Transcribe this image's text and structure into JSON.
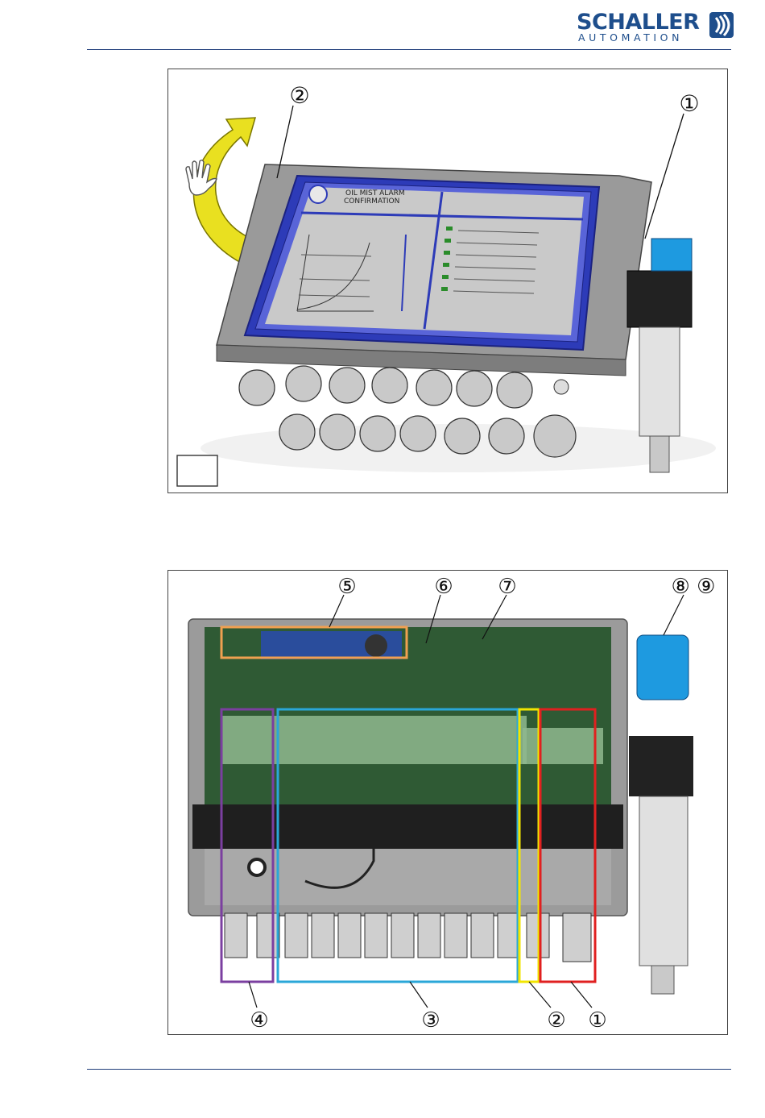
{
  "header": {
    "brand_name": "SCHALLER",
    "brand_sub": "AUTOMATION",
    "brand_color": "#1e4e8c",
    "rule_color": "#1f3d7a"
  },
  "figure_top": {
    "panel_title_line1": "OIL MIST ALARM",
    "panel_title_line2": "CONFIRMATION",
    "callouts": [
      "②",
      "①"
    ]
  },
  "figure_bottom": {
    "callouts_top": [
      "⑤",
      "⑥",
      "⑦",
      "⑧ ⑨"
    ],
    "callouts_bottom": [
      "④",
      "③",
      "②",
      "①"
    ],
    "highlight_colors": {
      "box4": "#7b3fa0",
      "box3": "#2aa7d8",
      "box2": "#f2e600",
      "box1": "#e02020",
      "box5": "#f0a050"
    }
  },
  "icons": [
    "hand-icon",
    "curved-arrow-icon",
    "schaller-logo-icon"
  ]
}
